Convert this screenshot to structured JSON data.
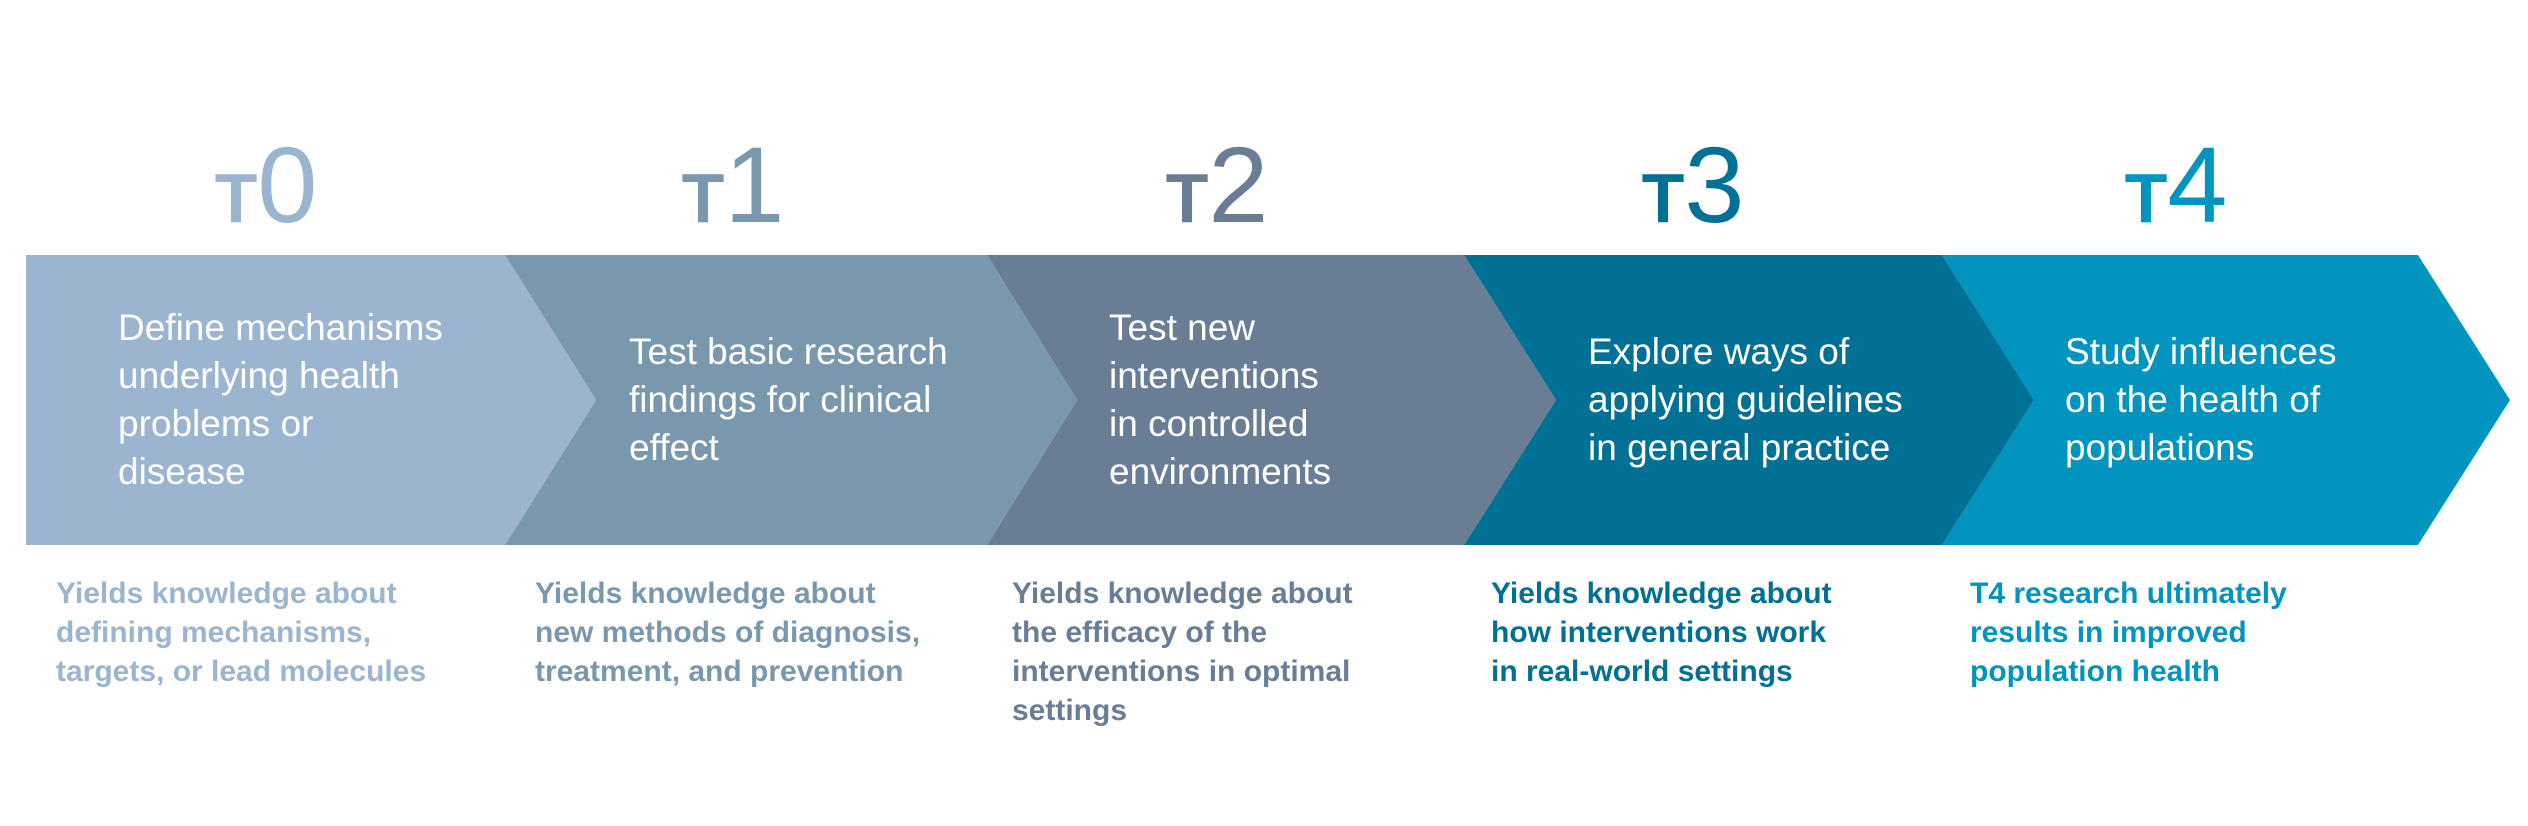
{
  "stages": [
    {
      "prefix": "T",
      "number": "0",
      "color": "#9bb5d1",
      "description": "Define mechanisms underlying health problems or disease",
      "description_lines": [
        "Define mechanisms",
        "underlying health",
        "problems or",
        "disease"
      ],
      "yield_lines": [
        "Yields knowledge about",
        "defining mechanisms,",
        "targets, or lead molecules"
      ]
    },
    {
      "prefix": "T",
      "number": "1",
      "color": "#7a98ad",
      "description_lines": [
        "Test basic research",
        "findings for clinical",
        "effect"
      ],
      "yield_lines": [
        "Yields knowledge about",
        "new methods of diagnosis,",
        "treatment, and prevention"
      ]
    },
    {
      "prefix": "T",
      "number": "2",
      "color": "#697e95",
      "description_lines": [
        "Test new",
        "interventions",
        "in controlled",
        "environments"
      ],
      "yield_lines": [
        "Yields knowledge about",
        "the efficacy of the",
        "interventions in optimal",
        "settings"
      ]
    },
    {
      "prefix": "T",
      "number": "3",
      "color": "#007094",
      "description_lines": [
        "Explore ways of",
        "applying guidelines",
        "in general practice"
      ],
      "yield_lines": [
        "Yields knowledge about",
        "how interventions work",
        "in real-world settings"
      ]
    },
    {
      "prefix": "T",
      "number": "4",
      "color": "#0094be",
      "description_lines": [
        "Study influences",
        "on the health of",
        "populations"
      ],
      "yield_lines": [
        "T4 research ultimately",
        "results in improved",
        "population health"
      ]
    }
  ]
}
